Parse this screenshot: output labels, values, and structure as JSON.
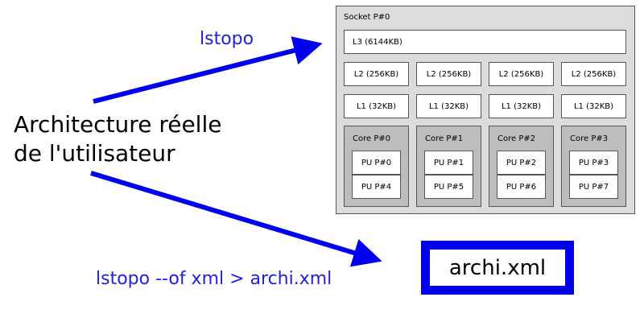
{
  "labels": {
    "architecture": "Architecture réelle de l'utilisateur",
    "lstopo": "lstopo",
    "lstopo_command": "lstopo --of xml > archi.xml",
    "xml_file": "archi.xml"
  },
  "colors": {
    "arrow": "#0000ee",
    "command_text": "#2020e0",
    "socket_bg": "#dcdcdc",
    "core_bg": "#bdbdbd"
  },
  "topology": {
    "socket": "Socket P#0",
    "l3": "L3 (6144KB)",
    "l2": [
      "L2 (256KB)",
      "L2 (256KB)",
      "L2 (256KB)",
      "L2 (256KB)"
    ],
    "l1": [
      "L1 (32KB)",
      "L1 (32KB)",
      "L1 (32KB)",
      "L1 (32KB)"
    ],
    "cores": [
      {
        "label": "Core P#0",
        "pus": [
          "PU P#0",
          "PU P#4"
        ]
      },
      {
        "label": "Core P#1",
        "pus": [
          "PU P#1",
          "PU P#5"
        ]
      },
      {
        "label": "Core P#2",
        "pus": [
          "PU P#2",
          "PU P#6"
        ]
      },
      {
        "label": "Core P#3",
        "pus": [
          "PU P#3",
          "PU P#7"
        ]
      }
    ]
  }
}
